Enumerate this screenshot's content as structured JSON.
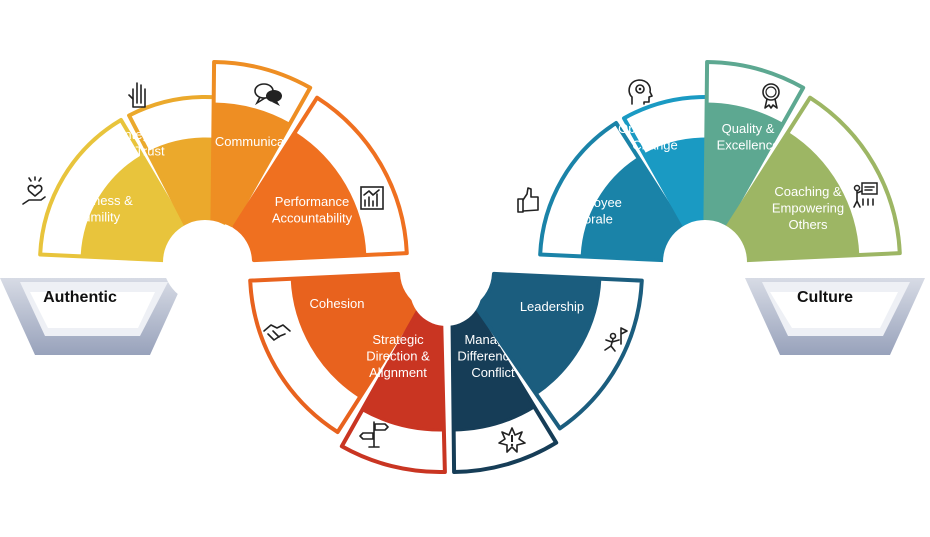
{
  "left_base_label": "Authentic",
  "right_base_label": "Culture",
  "segments": [
    {
      "id": "openness-humility",
      "lines": [
        "Openness &",
        "Humility"
      ],
      "color": "#E8C43C",
      "icon": "heart-hand-icon"
    },
    {
      "id": "integrity-trust",
      "lines": [
        "Integrity &",
        "Trust"
      ],
      "color": "#EBA92C",
      "icon": "raised-hand-icon"
    },
    {
      "id": "communication",
      "lines": [
        "Communication"
      ],
      "color": "#EE8E23",
      "icon": "speech-bubbles-icon"
    },
    {
      "id": "performance-accountability",
      "lines": [
        "Performance",
        "Accountability"
      ],
      "color": "#EF7020",
      "icon": "bar-chart-icon"
    },
    {
      "id": "cohesion",
      "lines": [
        "Cohesion"
      ],
      "color": "#E8621E",
      "icon": "handshake-icon"
    },
    {
      "id": "strategic-direction",
      "lines": [
        "Strategic",
        "Direction &",
        "Alignment"
      ],
      "color": "#C93522",
      "icon": "signpost-icon"
    },
    {
      "id": "managing-difference",
      "lines": [
        "Managing",
        "Difference &",
        "Conflict"
      ],
      "color": "#163D57",
      "icon": "explosion-icon"
    },
    {
      "id": "leadership",
      "lines": [
        "Leadership"
      ],
      "color": "#1B5D7E",
      "icon": "climbing-flag-icon"
    },
    {
      "id": "employee-morale",
      "lines": [
        "Employee",
        "Morale"
      ],
      "color": "#1A83A8",
      "icon": "thumbs-up-icon"
    },
    {
      "id": "openness-change",
      "lines": [
        "Openness to",
        "Change"
      ],
      "color": "#1A9AC3",
      "icon": "head-gear-icon"
    },
    {
      "id": "quality-excellence",
      "lines": [
        "Quality &",
        "Excellence"
      ],
      "color": "#5DA891",
      "icon": "award-ribbon-icon"
    },
    {
      "id": "coaching-empowering",
      "lines": [
        "Coaching &",
        "Empowering",
        "Others"
      ],
      "color": "#9DB664",
      "icon": "presenter-board-icon"
    }
  ]
}
